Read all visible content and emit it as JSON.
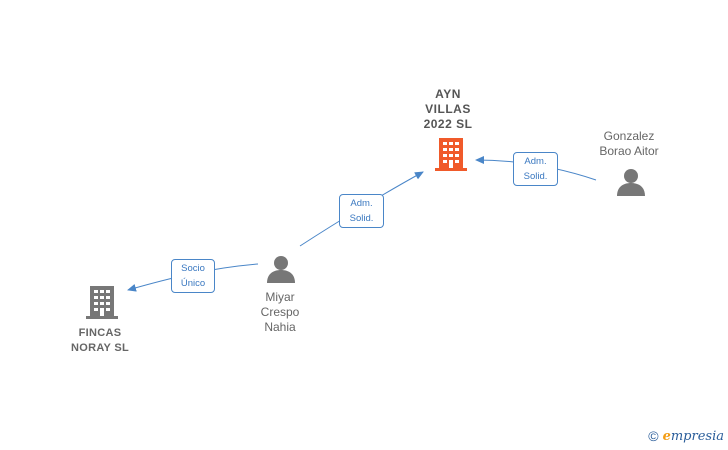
{
  "nodes": {
    "ayn_villas": {
      "label": "AYN\nVILLAS\n2022  SL",
      "type": "company",
      "color": "#f05a2a"
    },
    "fincas_noray": {
      "label": "FINCAS\nNORAY SL",
      "type": "company",
      "color": "#777777"
    },
    "gonzalez": {
      "label": "Gonzalez\nBorao Aitor",
      "type": "person",
      "color": "#777777"
    },
    "miyar": {
      "label": "Miyar\nCrespo\nNahia",
      "type": "person",
      "color": "#777777"
    }
  },
  "edges": {
    "gonzalez_to_ayn": {
      "label": "Adm.\nSolid."
    },
    "miyar_to_ayn": {
      "label": "Adm.\nSolid."
    },
    "miyar_to_fincas": {
      "label": "Socio\nÚnico"
    }
  },
  "footer": {
    "copyright_symbol": "©",
    "brand_initial": "e",
    "brand_rest": "mpresia"
  },
  "colors": {
    "edge": "#4a86c8",
    "accent": "#f05a2a",
    "node_gray": "#777777"
  }
}
